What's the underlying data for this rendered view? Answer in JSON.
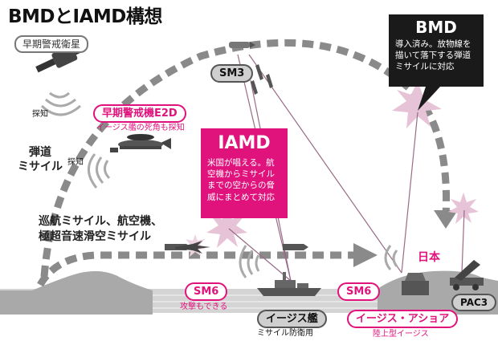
{
  "title": "BMDとIAMD構想",
  "labels": {
    "early_warning_satellite": "早期警戒衛星",
    "detect_1": "探知",
    "detect_2": "探知",
    "e2d": "早期警戒機E2D",
    "e2d_note": "イージス艦の死角も探知",
    "ballistic_missile_line1": "弾道",
    "ballistic_missile_line2": "ミサイル",
    "cruise_line1": "巡航ミサイル、航空機、",
    "cruise_line2": "極超音速滑空ミサイル",
    "sm3": "SM3",
    "sm6_left": "SM6",
    "sm6_left_note": "攻撃もできる",
    "sm6_right": "SM6",
    "aegis_ship": "イージス艦",
    "aegis_ship_note": "ミサイル防衛用",
    "aegis_ashore": "イージス・アショア",
    "aegis_ashore_note": "陸上型イージス",
    "japan": "日本",
    "pac3": "PAC3"
  },
  "iamd": {
    "title": "IAMD",
    "body": "米国が唱える。航空機からミサイルまでの空からの脅威にまとめて対応"
  },
  "bmd": {
    "title": "BMD",
    "body": "導入済み。放物線を描いて落下する弾道ミサイルに対応"
  },
  "colors": {
    "accent_pink": "#e0137c",
    "arrow_grey": "#8a8a8a",
    "ground": "#a9a9a9",
    "sea": "#d4d4d4",
    "box_dark": "#1a1a1a"
  }
}
